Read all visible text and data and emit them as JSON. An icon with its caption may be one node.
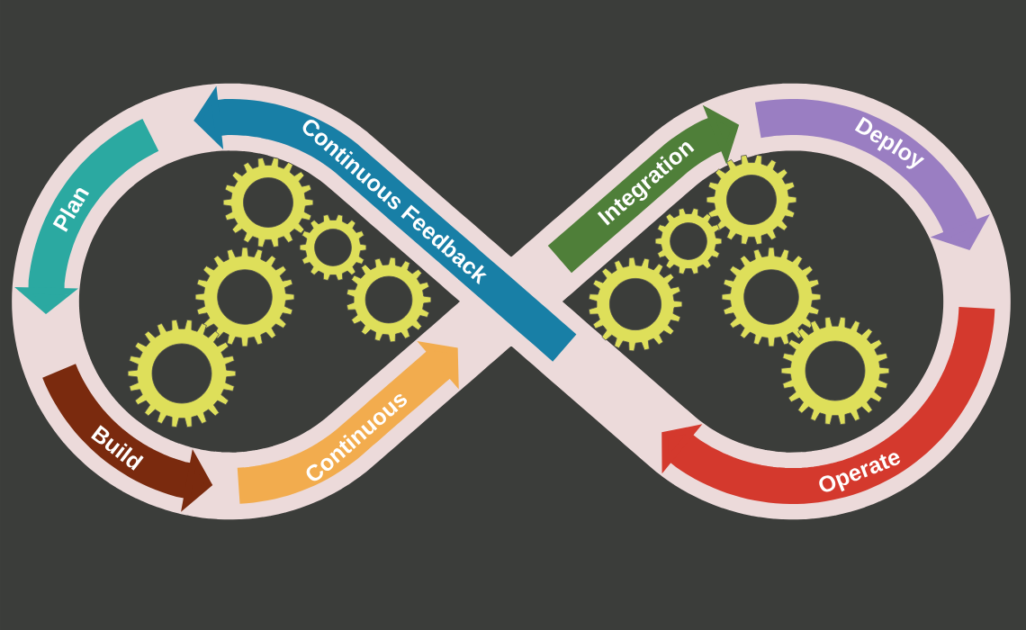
{
  "diagram": {
    "nodes": [
      {
        "text": [
          "Plan"
        ]
      },
      {
        "text": [
          "Build"
        ]
      },
      {
        "text": [
          "Continuous"
        ]
      },
      {
        "text": [
          "Continuous Feedback"
        ]
      },
      {
        "text": [
          "Integration"
        ]
      },
      {
        "text": [
          "Deploy"
        ]
      },
      {
        "text": [
          "Operate"
        ]
      }
    ]
  }
}
